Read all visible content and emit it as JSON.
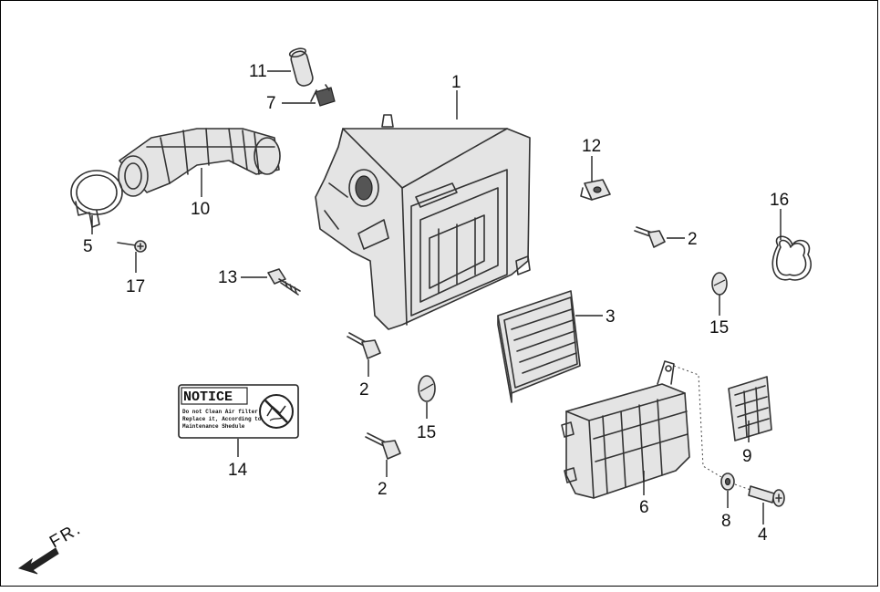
{
  "diagram": {
    "callouts": {
      "c1": "1",
      "c2a": "2",
      "c2b": "2",
      "c2c": "2",
      "c3": "3",
      "c4": "4",
      "c5": "5",
      "c6": "6",
      "c7": "7",
      "c8": "8",
      "c9": "9",
      "c10": "10",
      "c11": "11",
      "c12": "12",
      "c13": "13",
      "c14": "14",
      "c15a": "15",
      "c15b": "15",
      "c16": "16",
      "c17": "17"
    },
    "notice_label": {
      "heading": "NOTICE",
      "line1": "Do not Clean Air filter",
      "line2": "Replace it, According to",
      "line3": "Maintenance Shedule"
    },
    "direction": {
      "text": "FR."
    },
    "colors": {
      "line": "#333333",
      "background": "#ffffff"
    }
  }
}
